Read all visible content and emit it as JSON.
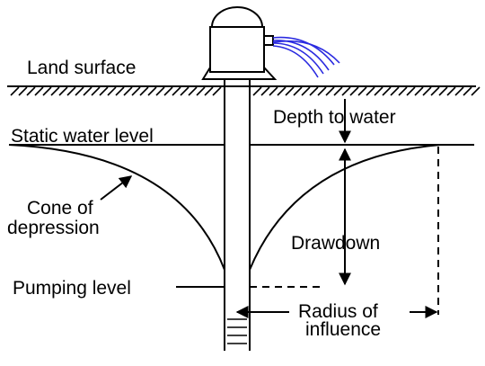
{
  "labels": {
    "land_surface": "Land surface",
    "static_water_level": "Static water level",
    "depth_to_water": "Depth to water",
    "cone_of_depression_line1": "Cone of",
    "cone_of_depression_line2": "depression",
    "drawdown": "Drawdown",
    "pumping_level": "Pumping level",
    "radius_of_influence_line1": "Radius of",
    "radius_of_influence_line2": "influence"
  },
  "colors": {
    "lines": "#000000",
    "water_spray": "#2a2ae0",
    "background": "#ffffff"
  }
}
